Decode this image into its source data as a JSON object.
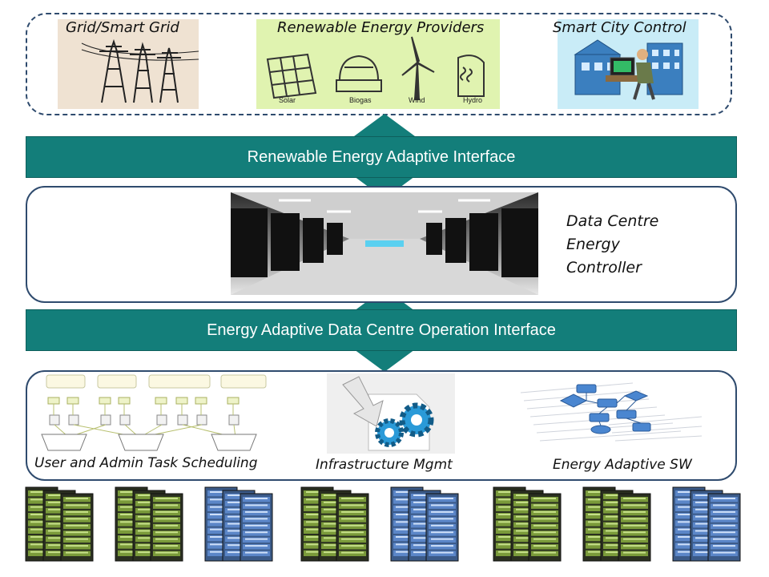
{
  "top_panel": {
    "grid_label": "Grid/Smart Grid",
    "renewable_label": "Renewable Energy Providers",
    "renewable_items": [
      "Solar",
      "Biogas",
      "Wind",
      "Hydro"
    ],
    "city_label": "Smart City Control"
  },
  "band_top": {
    "label": "Renewable Energy Adaptive Interface"
  },
  "middle_panel": {
    "lines": [
      "Data Centre",
      "Energy",
      "Controller"
    ]
  },
  "band_bottom": {
    "label": "Energy Adaptive Data Centre Operation Interface"
  },
  "bottom_panel": {
    "scheduling_label": "User  and Admin Task  Scheduling",
    "infra_label": "Infrastructure Mgmt",
    "sw_label": "Energy Adaptive SW"
  },
  "colors": {
    "band": "#137e7a",
    "border": "#2f4b6e",
    "green_server": "#7a9a3a",
    "blue_server": "#5b86c8"
  },
  "server_racks": [
    "green",
    "green",
    "blue",
    "green",
    "blue",
    "green",
    "green",
    "blue"
  ]
}
